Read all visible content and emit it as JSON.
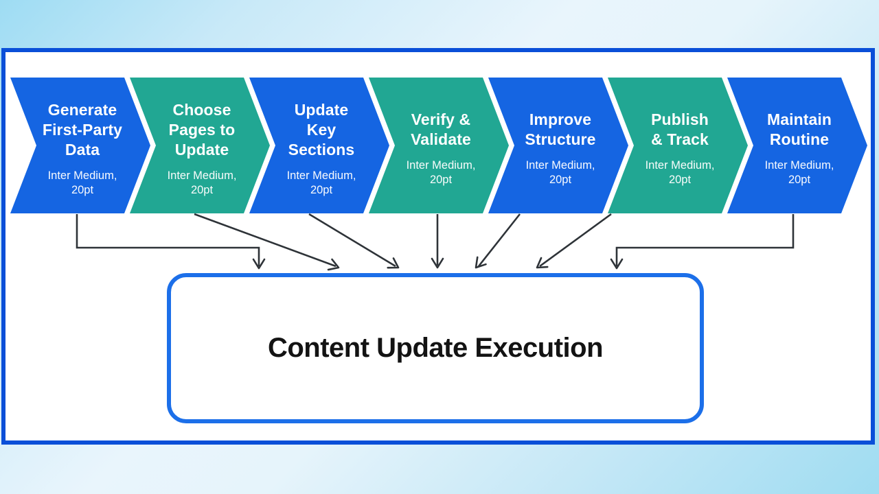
{
  "diagram": {
    "steps": [
      {
        "title": "Generate First-Party Data",
        "subtitle": "Inter Medium, 20pt",
        "color": "#1565e2"
      },
      {
        "title": "Choose Pages to Update",
        "subtitle": "Inter Medium, 20pt",
        "color": "#21a793"
      },
      {
        "title": "Update Key Sections",
        "subtitle": "Inter Medium, 20pt",
        "color": "#1565e2"
      },
      {
        "title": "Verify & Validate",
        "subtitle": "Inter Medium, 20pt",
        "color": "#21a793"
      },
      {
        "title": "Improve Structure",
        "subtitle": "Inter Medium, 20pt",
        "color": "#1565e2"
      },
      {
        "title": "Publish & Track",
        "subtitle": "Inter Medium, 20pt",
        "color": "#21a793"
      },
      {
        "title": "Maintain Routine",
        "subtitle": "Inter Medium, 20pt",
        "color": "#1565e2"
      }
    ],
    "target_box": {
      "label": "Content Update Execution"
    },
    "colors": {
      "step_blue": "#1565e2",
      "step_teal": "#21a793",
      "step_text": "#ffffff",
      "canvas_border": "#0a4fd8",
      "target_box_border": "#1c6fe9",
      "target_box_text": "#131313",
      "connector": "#2e3338",
      "page_background_tint": "#9edcf3"
    }
  }
}
